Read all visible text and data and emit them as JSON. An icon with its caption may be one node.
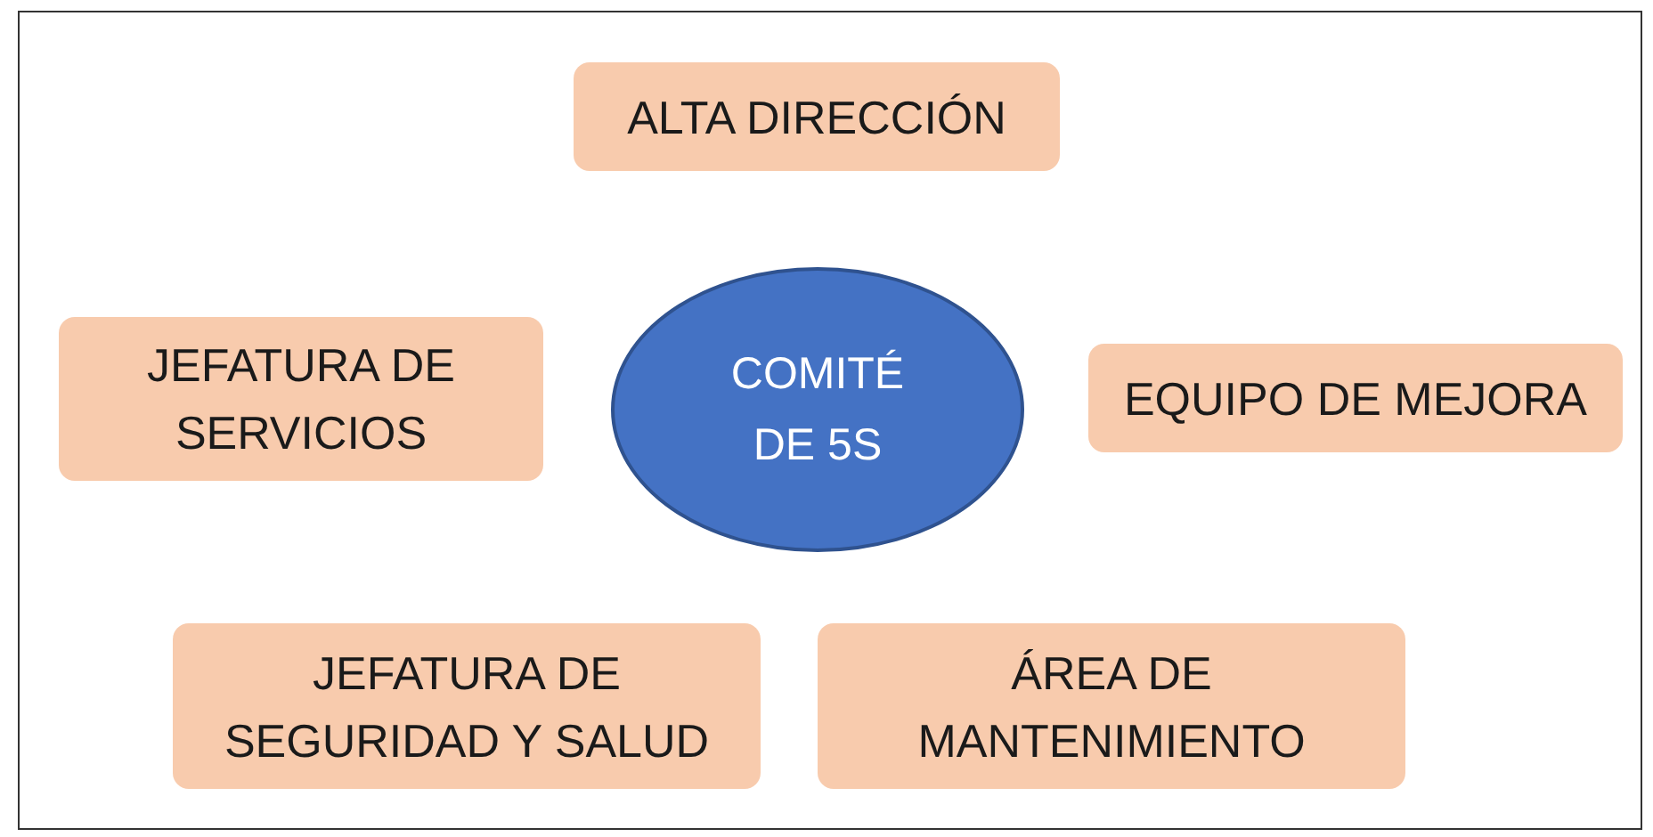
{
  "diagram": {
    "nodes": [
      {
        "text": [
          "ALTA DIRECCIÓN"
        ]
      },
      {
        "text": [
          "JEFATURA DE SERVICIOS"
        ]
      },
      {
        "text": [
          "COMITÉ DE 5S"
        ]
      },
      {
        "text": [
          "EQUIPO DE MEJORA"
        ]
      },
      {
        "text": [
          "JEFATURA DE SEGURIDAD Y SALUD"
        ]
      },
      {
        "text": [
          "ÁREA DE MANTENIMIENTO"
        ]
      }
    ],
    "edges": []
  }
}
